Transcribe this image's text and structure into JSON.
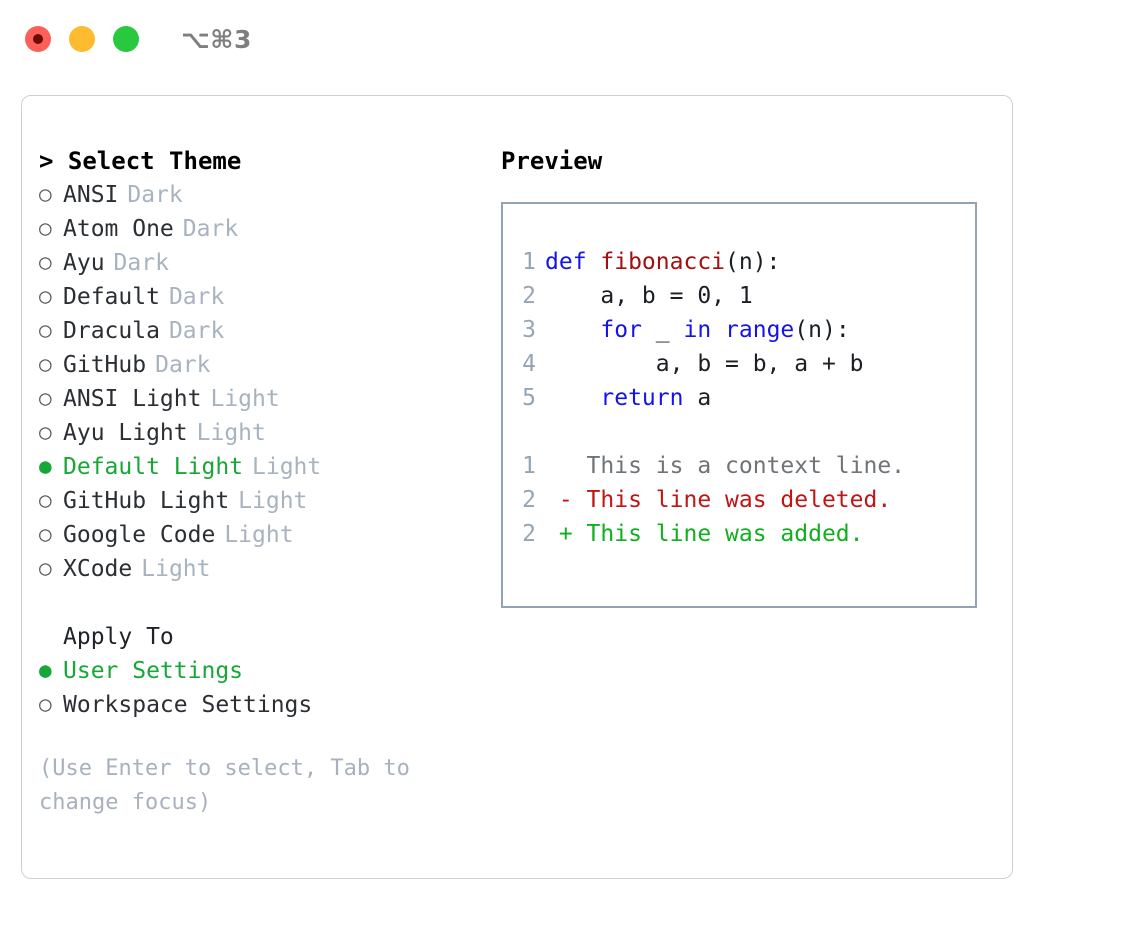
{
  "titlebar": {
    "shortcut": "⌥⌘3",
    "controls": [
      {
        "name": "close",
        "color": "#fc6058"
      },
      {
        "name": "minimize",
        "color": "#fdbc2f"
      },
      {
        "name": "maximize",
        "color": "#28c83f"
      }
    ]
  },
  "theme_list": {
    "header": "> Select Theme",
    "items": [
      {
        "bullet": "○",
        "name": "ANSI",
        "tag": "Dark",
        "selected": false
      },
      {
        "bullet": "○",
        "name": "Atom One",
        "tag": "Dark",
        "selected": false
      },
      {
        "bullet": "○",
        "name": "Ayu",
        "tag": "Dark",
        "selected": false
      },
      {
        "bullet": "○",
        "name": "Default",
        "tag": "Dark",
        "selected": false
      },
      {
        "bullet": "○",
        "name": "Dracula",
        "tag": "Dark",
        "selected": false
      },
      {
        "bullet": "○",
        "name": "GitHub",
        "tag": "Dark",
        "selected": false
      },
      {
        "bullet": "○",
        "name": "ANSI Light",
        "tag": "Light",
        "selected": false
      },
      {
        "bullet": "○",
        "name": "Ayu Light",
        "tag": "Light",
        "selected": false
      },
      {
        "bullet": "●",
        "name": "Default Light",
        "tag": "Light",
        "selected": true
      },
      {
        "bullet": "○",
        "name": "GitHub Light",
        "tag": "Light",
        "selected": false
      },
      {
        "bullet": "○",
        "name": "Google Code",
        "tag": "Light",
        "selected": false
      },
      {
        "bullet": "○",
        "name": "XCode",
        "tag": "Light",
        "selected": false
      }
    ]
  },
  "apply_to": {
    "header": "Apply To",
    "items": [
      {
        "bullet": "●",
        "name": "User Settings",
        "selected": true
      },
      {
        "bullet": "○",
        "name": "Workspace Settings",
        "selected": false
      }
    ]
  },
  "hint": "(Use Enter to select, Tab to change focus)",
  "preview": {
    "title": "Preview",
    "code_lines": [
      {
        "num": "1",
        "tokens": [
          {
            "t": "def ",
            "c": "kw"
          },
          {
            "t": "fibonacci",
            "c": "fn"
          },
          {
            "t": "(n):",
            "c": "pl"
          }
        ]
      },
      {
        "num": "2",
        "tokens": [
          {
            "t": "    a, b = 0, 1",
            "c": "pl"
          }
        ]
      },
      {
        "num": "3",
        "tokens": [
          {
            "t": "    ",
            "c": "pl"
          },
          {
            "t": "for",
            "c": "kw"
          },
          {
            "t": " _ ",
            "c": "pl"
          },
          {
            "t": "in",
            "c": "kw"
          },
          {
            "t": " ",
            "c": "pl"
          },
          {
            "t": "range",
            "c": "kw"
          },
          {
            "t": "(n):",
            "c": "pl"
          }
        ]
      },
      {
        "num": "4",
        "tokens": [
          {
            "t": "        a, b = b, a + b",
            "c": "pl"
          }
        ]
      },
      {
        "num": "5",
        "tokens": [
          {
            "t": "    ",
            "c": "pl"
          },
          {
            "t": "return",
            "c": "kw"
          },
          {
            "t": " a",
            "c": "pl"
          }
        ]
      }
    ],
    "diff_lines": [
      {
        "num": "1",
        "marker": "  ",
        "text": "This is a context line.",
        "kind": "ctx"
      },
      {
        "num": "2",
        "marker": "- ",
        "text": "This line was deleted.",
        "kind": "del"
      },
      {
        "num": "2",
        "marker": "+ ",
        "text": "This line was added.",
        "kind": "add"
      }
    ]
  },
  "colors": {
    "accent_green": "#17a737",
    "tag_gray": "#a8b3c0",
    "hint_gray": "#a8b1bd",
    "line_number": "#95a5b5",
    "keyword_blue": "#1414e8",
    "function_red": "#a11010",
    "diff_deleted": "#c11414",
    "diff_added": "#11af1f",
    "preview_border": "#93a3b3",
    "panel_border": "#ccd0d6"
  }
}
